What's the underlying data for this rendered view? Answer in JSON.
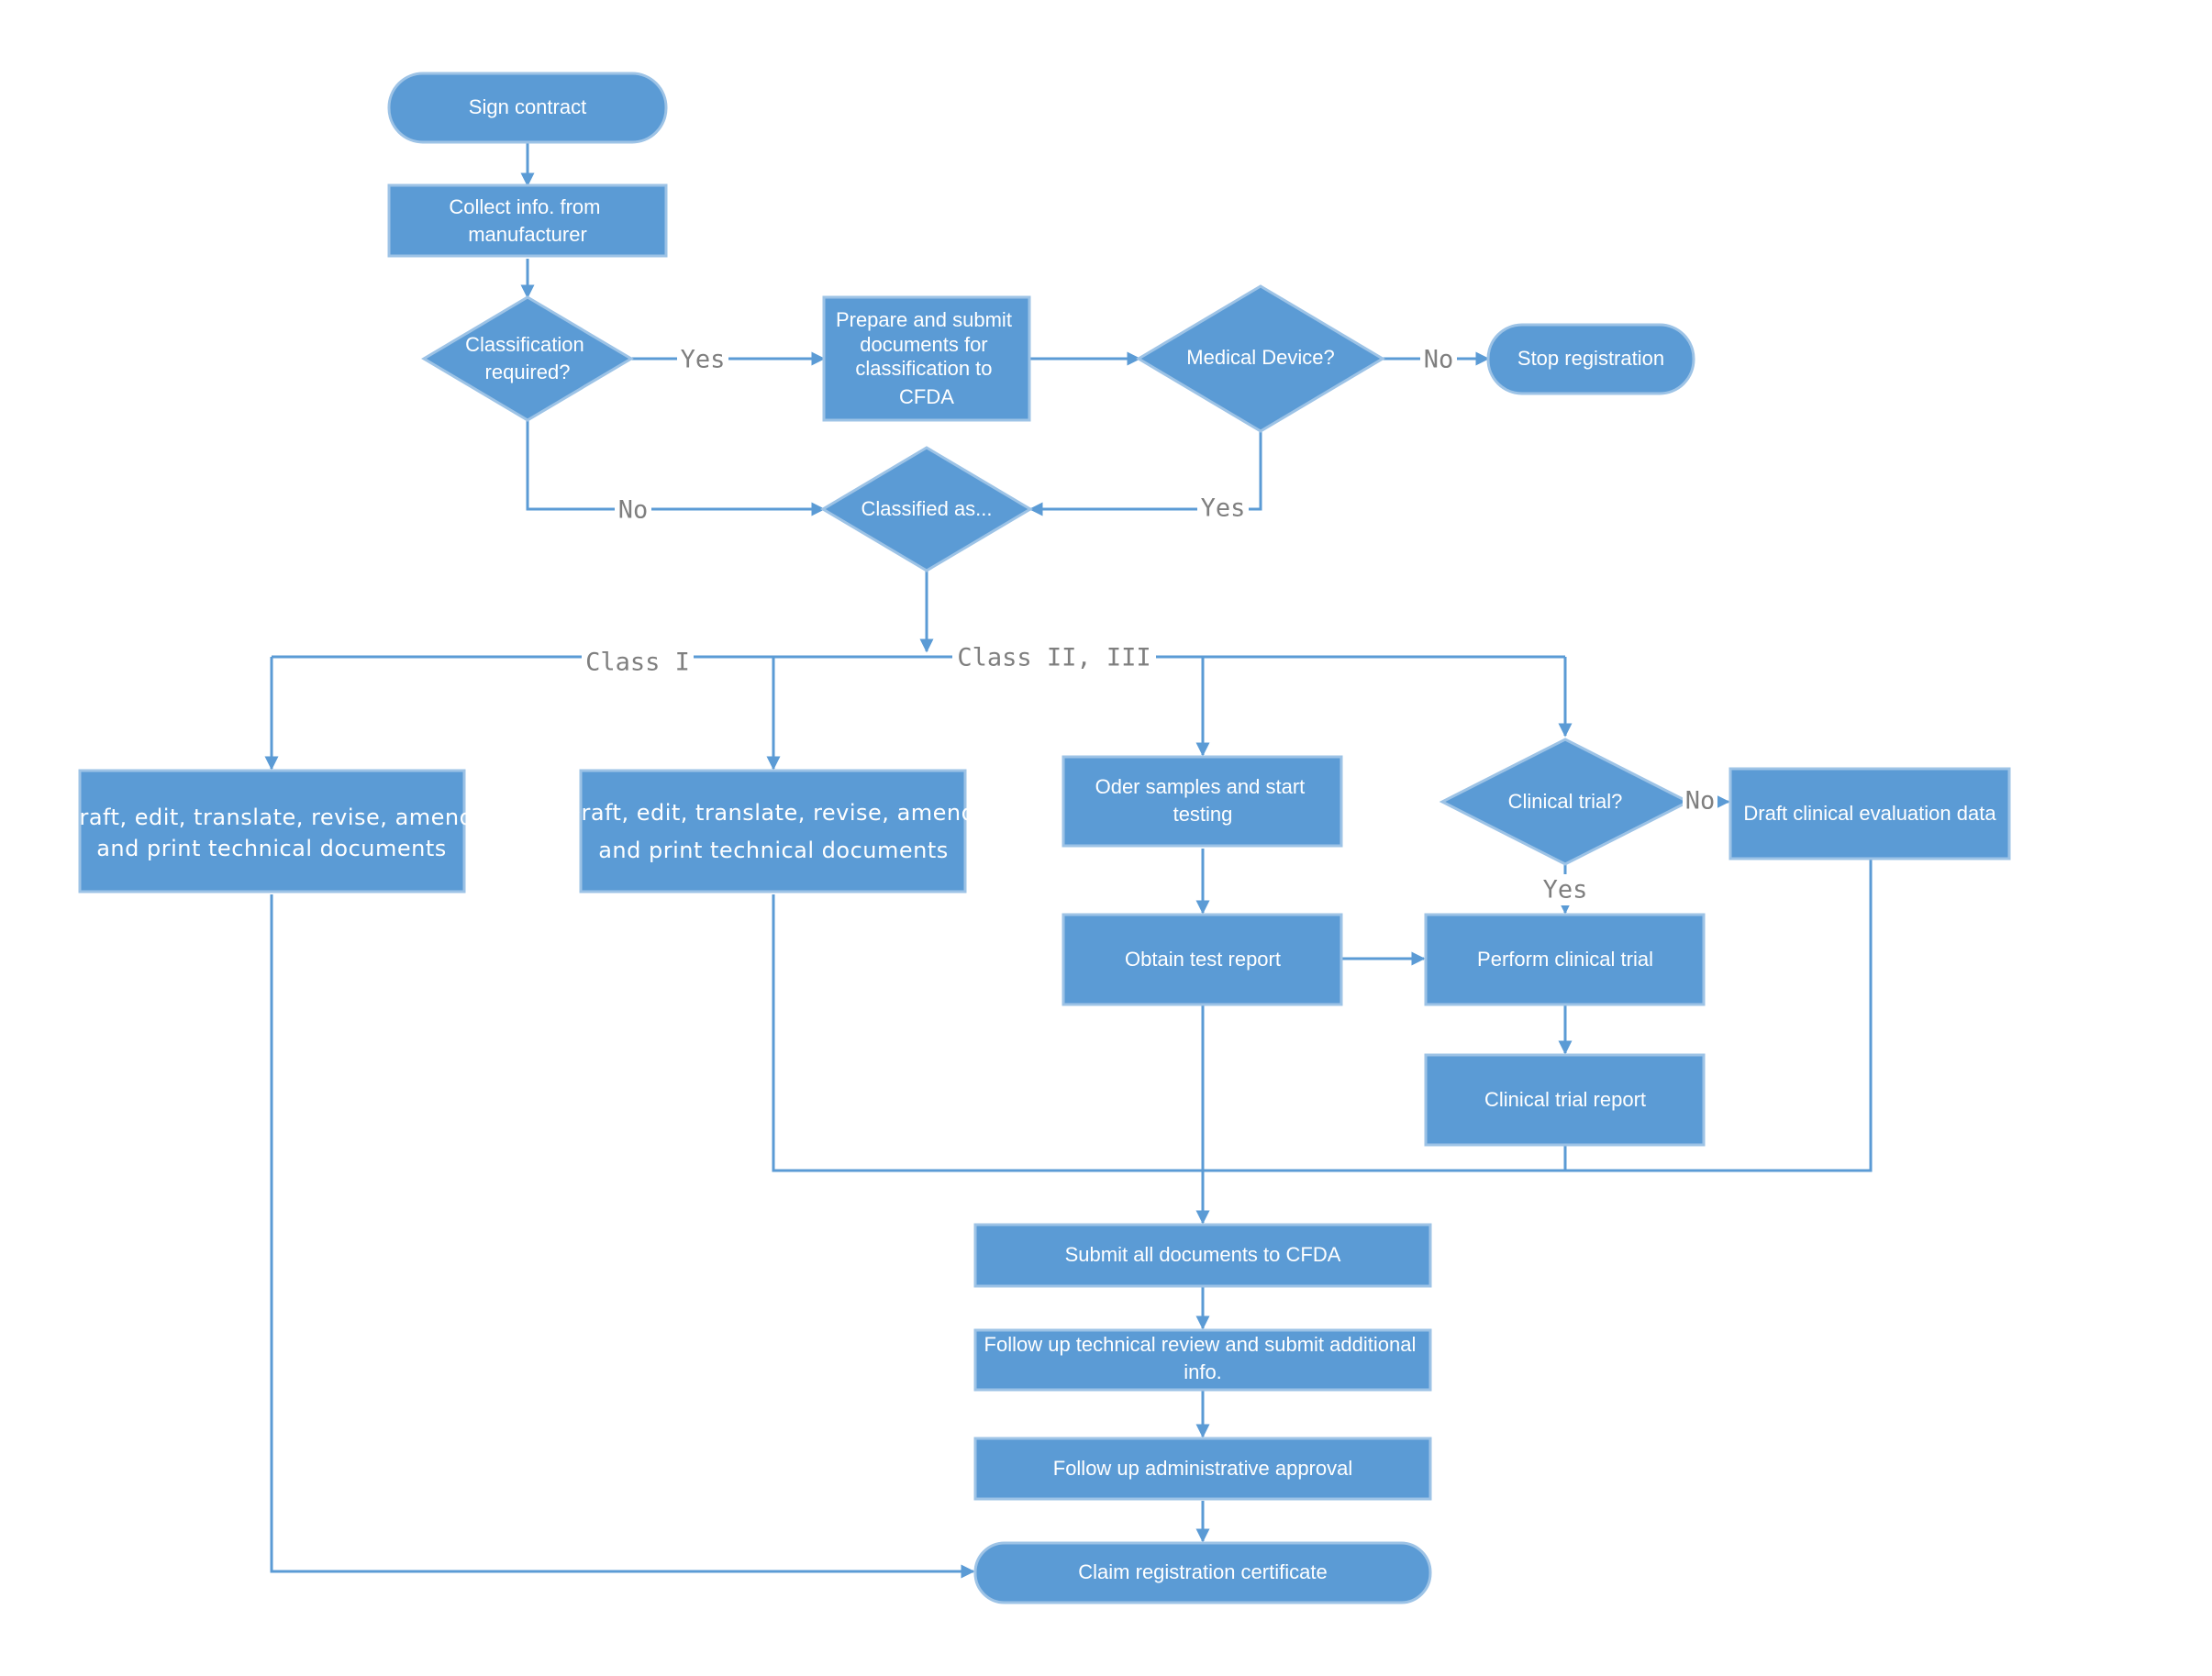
{
  "nodes": {
    "sign_contract": "Sign contract",
    "collect_info": [
      "Collect info. from",
      "manufacturer"
    ],
    "classification_required": [
      "Classification",
      "required?"
    ],
    "prepare_submit": [
      "Prepare and submit",
      "documents for",
      "classification to",
      "CFDA"
    ],
    "medical_device": "Medical Device?",
    "stop_registration": "Stop registration",
    "classified_as": "Classified as...",
    "draft_class1": [
      "Draft, edit, translate, revise, amend",
      "and print technical documents"
    ],
    "draft_class23": [
      "Draft, edit, translate, revise, amend",
      "and print technical documents"
    ],
    "order_samples": [
      "Oder samples and start",
      "testing"
    ],
    "clinical_trial_q": "Clinical trial?",
    "draft_clinical_eval": "Draft clinical evaluation data",
    "obtain_test_report": "Obtain test report",
    "perform_clinical_trial": "Perform clinical trial",
    "clinical_trial_report": "Clinical trial report",
    "submit_all": "Submit all documents to CFDA",
    "follow_technical": [
      "Follow up technical review and submit additional",
      "info."
    ],
    "follow_admin": "Follow up administrative approval",
    "claim_certificate": "Claim registration certificate"
  },
  "edge_labels": {
    "yes_classification": "Yes",
    "no_classification": "No",
    "no_medical_device": "No",
    "yes_medical_device": "Yes",
    "class_1": "Class I",
    "class_2_3": "Class II, III",
    "no_clinical": "No",
    "yes_clinical": "Yes"
  },
  "colors": {
    "node_fill": "#5b9bd5",
    "node_border": "#9dc3e6",
    "connector": "#5b9bd5",
    "label_text": "#7f7f7f"
  }
}
